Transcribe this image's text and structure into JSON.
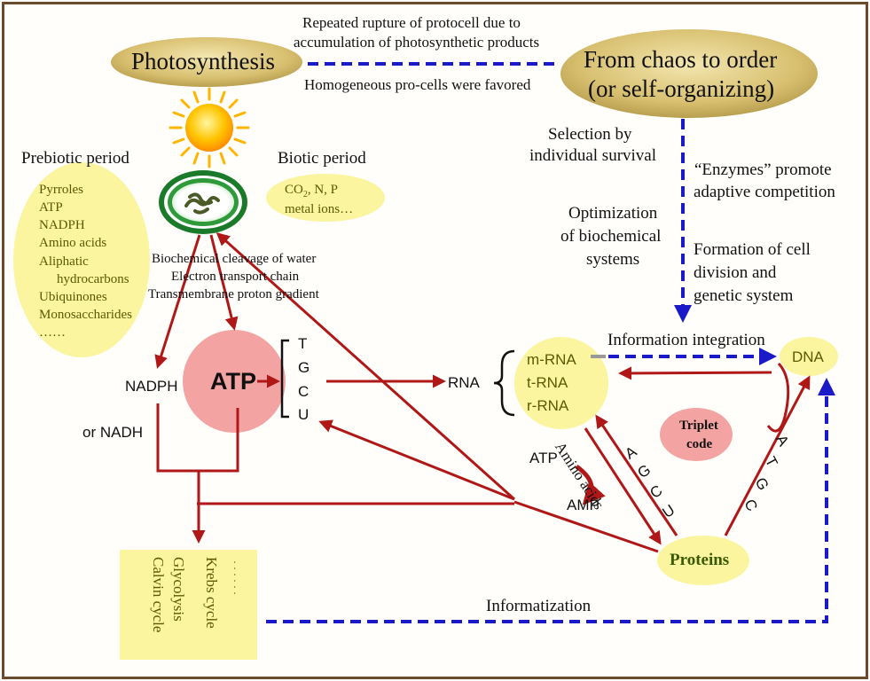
{
  "nodes": {
    "photosynthesis": "Photosynthesis",
    "chaos_line1": "From chaos to order",
    "chaos_line2": "(or self-organizing)",
    "prebiotic_period": "Prebiotic period",
    "biotic_period": "Biotic period",
    "atp": "ATP",
    "nadph": "NADPH",
    "or_nadh": "or NADH",
    "rna": "RNA",
    "dna": "DNA",
    "proteins": "Proteins",
    "triplet_code_line1": "Triplet",
    "triplet_code_line2": "code",
    "atp_small": "ATP",
    "amp": "AMP"
  },
  "annotations": {
    "rupture_line1": "Repeated rupture of protocell due to",
    "rupture_line2": "accumulation of photosynthetic products",
    "homogeneous": "Homogeneous pro-cells were favored",
    "selection_line1": "Selection by",
    "selection_line2": "individual survival",
    "enzymes_line1": "“Enzymes” promote",
    "enzymes_line2": "adaptive competition",
    "optimization_line1": "Optimization",
    "optimization_line2": "of biochemical",
    "optimization_line3": "systems",
    "formation_line1": "Formation of cell",
    "formation_line2": "division and",
    "formation_line3": "genetic system",
    "biochem_line1": "Biochemical cleavage of water",
    "biochem_line2": "Electron transport chain",
    "biochem_line3": "Transmembrane proton gradient",
    "information_integration": "Information integration",
    "informatization": "Informatization",
    "amino_acids": "Amino acids",
    "triplet_agcu": [
      "A",
      "G",
      "C",
      "U"
    ],
    "triplet_atgc": [
      "A",
      "T",
      "G",
      "C"
    ]
  },
  "prebiotic_list": [
    "Pyrroles",
    "ATP",
    "NADPH",
    "Amino acids",
    "Aliphatic",
    "hydrocarbons",
    "Ubiquinones",
    "Monosaccharides",
    "……"
  ],
  "biotic_list": {
    "line1_main": "CO",
    "line1_sub": "2",
    "line1_rest": ", N, P",
    "line2": "metal ions…"
  },
  "nucleotides": [
    "T",
    "G",
    "C",
    "U"
  ],
  "rna_types": [
    "m-RNA",
    "t-RNA",
    "r-RNA"
  ],
  "metabolism": [
    "Calvin cycle",
    "Glycolysis",
    "Krebs cycle",
    "· · · · · ·"
  ],
  "colors": {
    "frame": "#6b4a2b",
    "arrow_red": "#b01818",
    "dash_blue": "#1a1ac8",
    "bubble_yellow": "#fbf5a0",
    "gold": "#d8c070",
    "atp_pink": "#f4a3a3",
    "text_olive": "#5a5a00",
    "proteins_green": "#3a5a00"
  }
}
